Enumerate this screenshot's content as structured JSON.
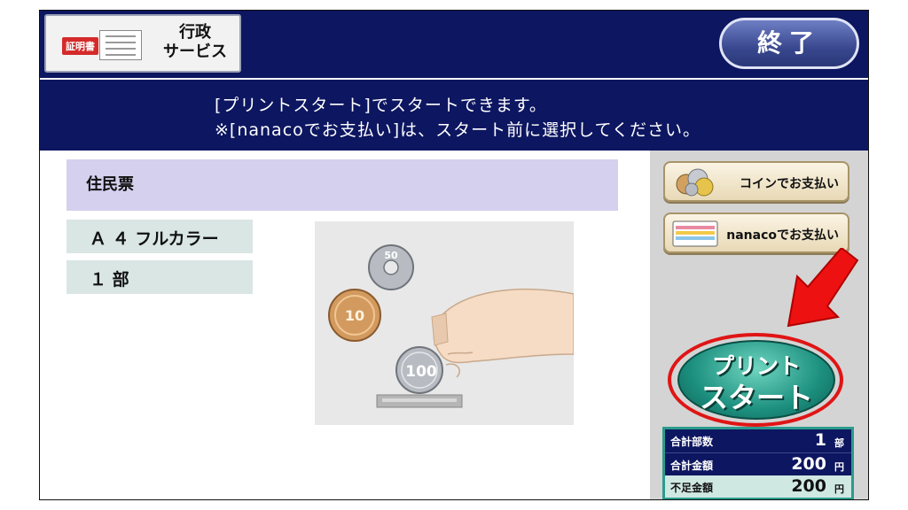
{
  "header": {
    "service_tag": "証明書",
    "service_label_line1": "行政",
    "service_label_line2": "サービス",
    "end_label": "終了"
  },
  "message": {
    "line1": "[プリントスタート]でスタートできます。",
    "line2": "※[nanacoでお支払い]は、スタート前に選択してください。"
  },
  "document": {
    "title": "住民票",
    "options": [
      "Ａ ４ フルカラー",
      "１ 部"
    ]
  },
  "illustration": {
    "coins": [
      "50",
      "10",
      "100"
    ]
  },
  "payment": {
    "coin_label": "コインでお支払い",
    "nanaco_label": "nanacoでお支払い"
  },
  "start": {
    "line1": "プリント",
    "line2": "スタート"
  },
  "summary": {
    "rows": [
      {
        "label": "合計部数",
        "value": "1",
        "unit": "部"
      },
      {
        "label": "合計金額",
        "value": "200",
        "unit": "円"
      },
      {
        "label": "不足金額",
        "value": "200",
        "unit": "円"
      }
    ]
  },
  "colors": {
    "navy": "#0d1660",
    "start_green": "#1c8f7e",
    "highlight_red": "#e01515"
  }
}
